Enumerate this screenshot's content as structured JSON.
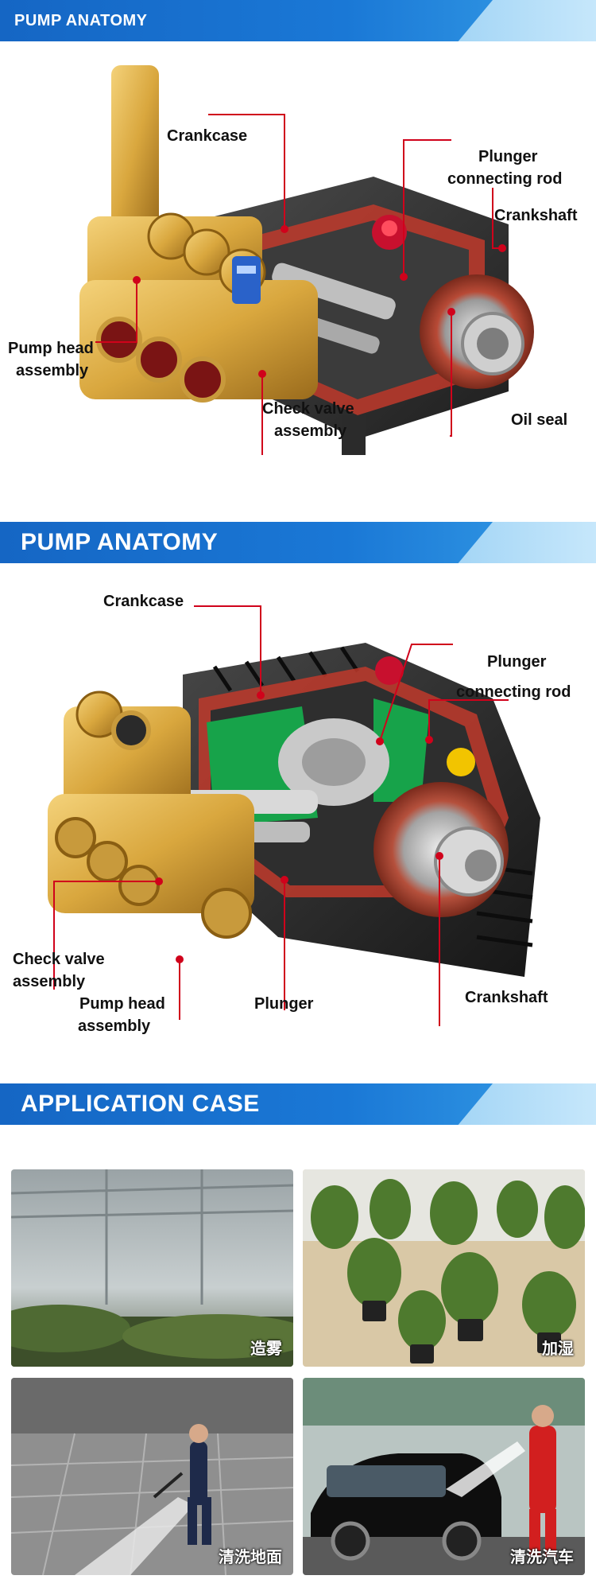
{
  "sections": [
    {
      "title": "PUMP ANATOMY",
      "labels": {
        "crankcase": "Crankcase",
        "plunger_rod_1": "Plunger",
        "plunger_rod_2": "connecting rod",
        "crankshaft": "Crankshaft",
        "pump_head_1": "Pump head",
        "pump_head_2": "assembly",
        "check_valve_1": "Check valve",
        "check_valve_2": "assembly",
        "oil_seal": "Oil seal"
      }
    },
    {
      "title": "PUMP ANATOMY",
      "labels": {
        "crankcase": "Crankcase",
        "plunger_rod_1": "Plunger",
        "plunger_rod_2": "connecting rod",
        "check_valve_1": "Check valve",
        "check_valve_2": "assembly",
        "pump_head_1": "Pump head",
        "pump_head_2": "assembly",
        "plunger": "Plunger",
        "crankshaft": "Crankshaft"
      }
    },
    {
      "title": "APPLICATION CASE",
      "cases": [
        {
          "caption": "造雾"
        },
        {
          "caption": "加湿"
        },
        {
          "caption": "清洗地面"
        },
        {
          "caption": "清洗汽车"
        }
      ]
    }
  ],
  "colors": {
    "banner_blue": "#1566c4",
    "leader_red": "#d0021b",
    "brass": "#d9a73e"
  }
}
